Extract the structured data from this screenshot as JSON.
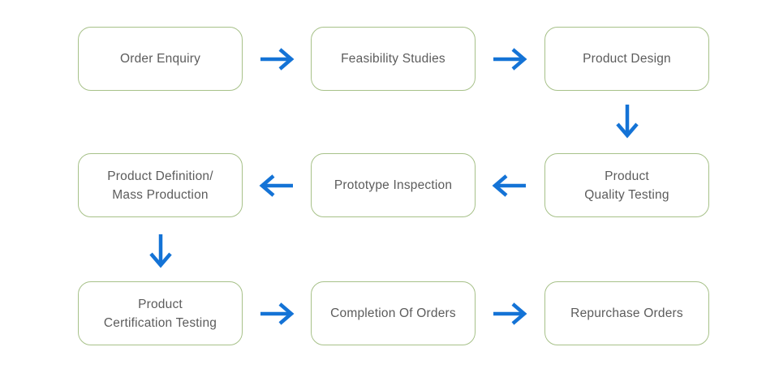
{
  "colors": {
    "page_background": "#ffffff",
    "box_background": "#ffffff",
    "box_border": "#a7c189",
    "text": "#5c5c5c",
    "arrow": "#1473d6"
  },
  "flowchart": {
    "boxes": [
      {
        "label": "Order Enquiry"
      },
      {
        "label": "Feasibility Studies"
      },
      {
        "label": "Product Design"
      },
      {
        "label": "Product Definition/\nMass Production"
      },
      {
        "label": "Prototype Inspection"
      },
      {
        "label": "Product\nQuality Testing"
      },
      {
        "label": "Product\nCertification Testing"
      },
      {
        "label": "Completion Of Orders"
      },
      {
        "label": "Repurchase Orders"
      }
    ],
    "arrows": [
      {
        "from": "Order Enquiry",
        "to": "Feasibility Studies",
        "direction": "right"
      },
      {
        "from": "Feasibility Studies",
        "to": "Product Design",
        "direction": "right"
      },
      {
        "from": "Product Design",
        "to": "Product Quality Testing",
        "direction": "down"
      },
      {
        "from": "Product Quality Testing",
        "to": "Prototype Inspection",
        "direction": "left"
      },
      {
        "from": "Prototype Inspection",
        "to": "Product Definition/Mass Production",
        "direction": "left"
      },
      {
        "from": "Product Definition/Mass Production",
        "to": "Product Certification Testing",
        "direction": "down"
      },
      {
        "from": "Product Certification Testing",
        "to": "Completion Of Orders",
        "direction": "right"
      },
      {
        "from": "Completion Of Orders",
        "to": "Repurchase Orders",
        "direction": "right"
      }
    ]
  }
}
